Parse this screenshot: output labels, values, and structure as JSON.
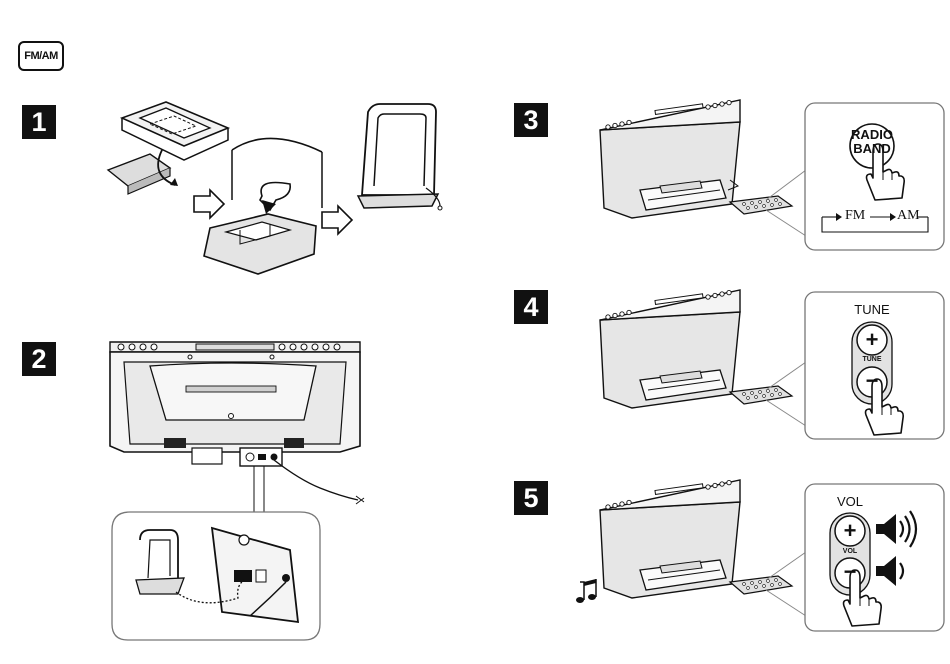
{
  "header": {
    "band_icon_label": "FM/AM"
  },
  "steps": {
    "s1": {
      "number": "1"
    },
    "s2": {
      "number": "2"
    },
    "s3": {
      "number": "3",
      "button_line1": "RADIO",
      "button_line2": "BAND",
      "band_fm": "FM",
      "band_am": "AM"
    },
    "s4": {
      "number": "4",
      "title": "TUNE",
      "plus": "+",
      "minus": "−",
      "rocker_label": "TUNE"
    },
    "s5": {
      "number": "5",
      "title": "VOL",
      "plus": "+",
      "minus": "−",
      "rocker_label": "VOL"
    }
  },
  "icons": [
    "fm-am-icon",
    "music-note-icon",
    "speaker-loud-icon",
    "speaker-soft-icon",
    "hand-press-icon"
  ]
}
